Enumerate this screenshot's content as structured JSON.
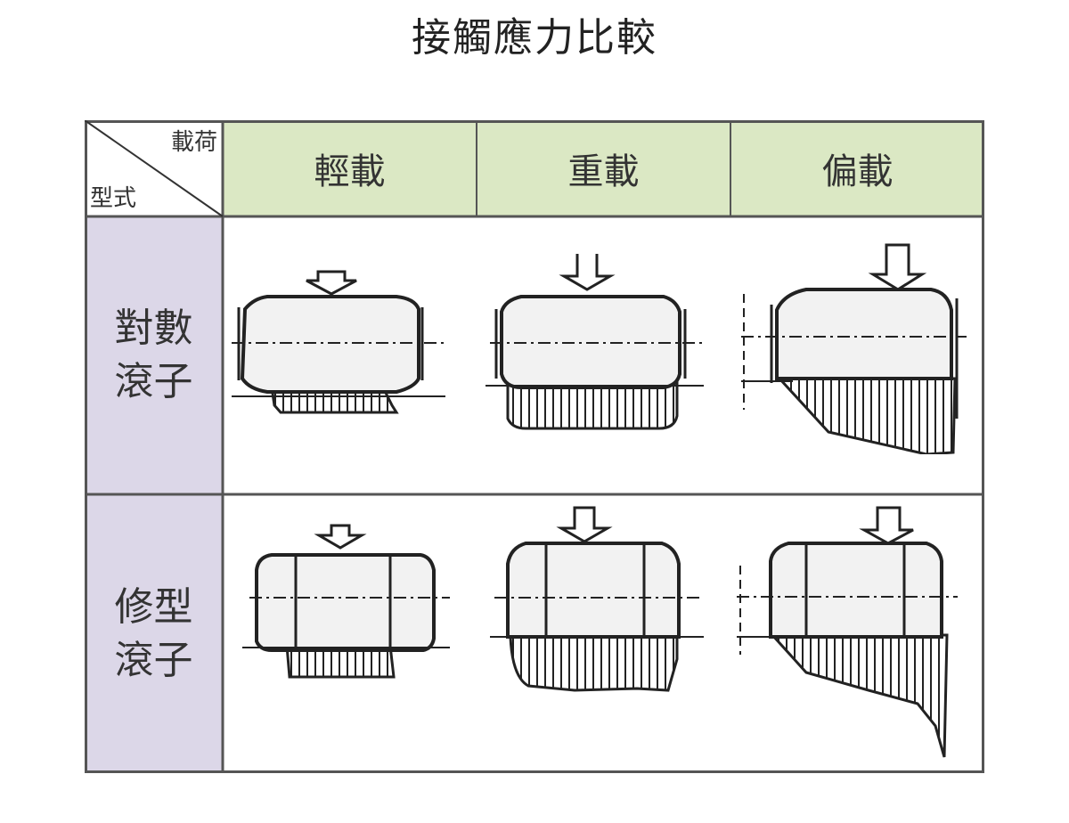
{
  "title": "接觸應力比較",
  "corner": {
    "top_label": "載荷",
    "bottom_label": "型式"
  },
  "columns": [
    {
      "label": "輕載"
    },
    {
      "label": "重載"
    },
    {
      "label": "偏載"
    }
  ],
  "rows": [
    {
      "line1": "對數",
      "line2": "滾子"
    },
    {
      "line1": "修型",
      "line2": "滾子"
    }
  ],
  "colors": {
    "header_bg": "#dbe8c4",
    "row_header_bg": "#dcd7e8",
    "grid": "#555555"
  }
}
